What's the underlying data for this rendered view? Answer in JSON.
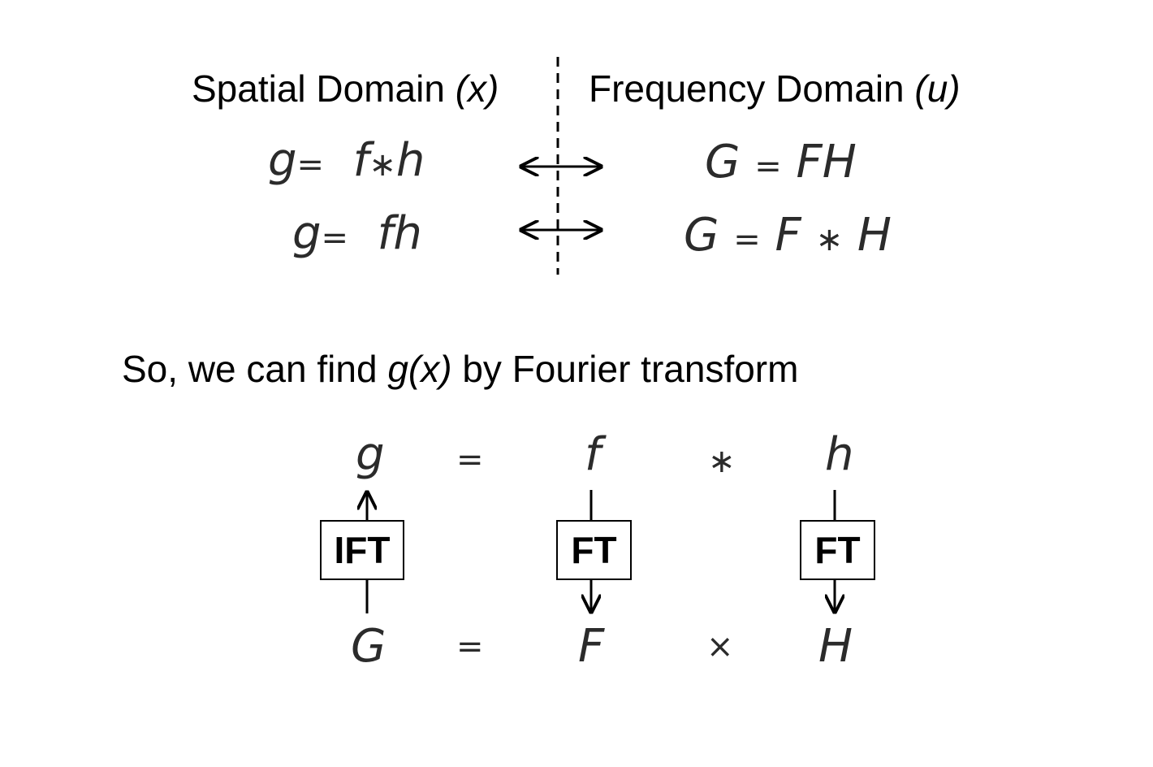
{
  "header": {
    "spatial": {
      "label": "Spatial Domain",
      "var": "(x)"
    },
    "frequency": {
      "label": "Frequency Domain",
      "var": "(u)"
    }
  },
  "equations": {
    "row1": {
      "spatial": {
        "lhs": "g",
        "eq": "=",
        "a": "f",
        "op": "∗",
        "b": "h"
      },
      "frequency": {
        "lhs": "G",
        "eq": "=",
        "a": "F",
        "b": "H"
      }
    },
    "row2": {
      "spatial": {
        "lhs": "g",
        "eq": "=",
        "a": "f",
        "b": "h"
      },
      "frequency": {
        "lhs": "G",
        "eq": "=",
        "a": "F",
        "op": "∗",
        "b": "H"
      }
    }
  },
  "sentence": {
    "prefix": "So, we can find",
    "func": "g(x)",
    "suffix": "by Fourier transform"
  },
  "diagram": {
    "top": {
      "g": "g",
      "eq": "=",
      "f": "f",
      "op": "∗",
      "h": "h"
    },
    "bottom": {
      "G": "G",
      "eq": "=",
      "F": "F",
      "op": "×",
      "H": "H"
    },
    "boxes": {
      "ift": "IFT",
      "ft1": "FT",
      "ft2": "FT"
    }
  }
}
